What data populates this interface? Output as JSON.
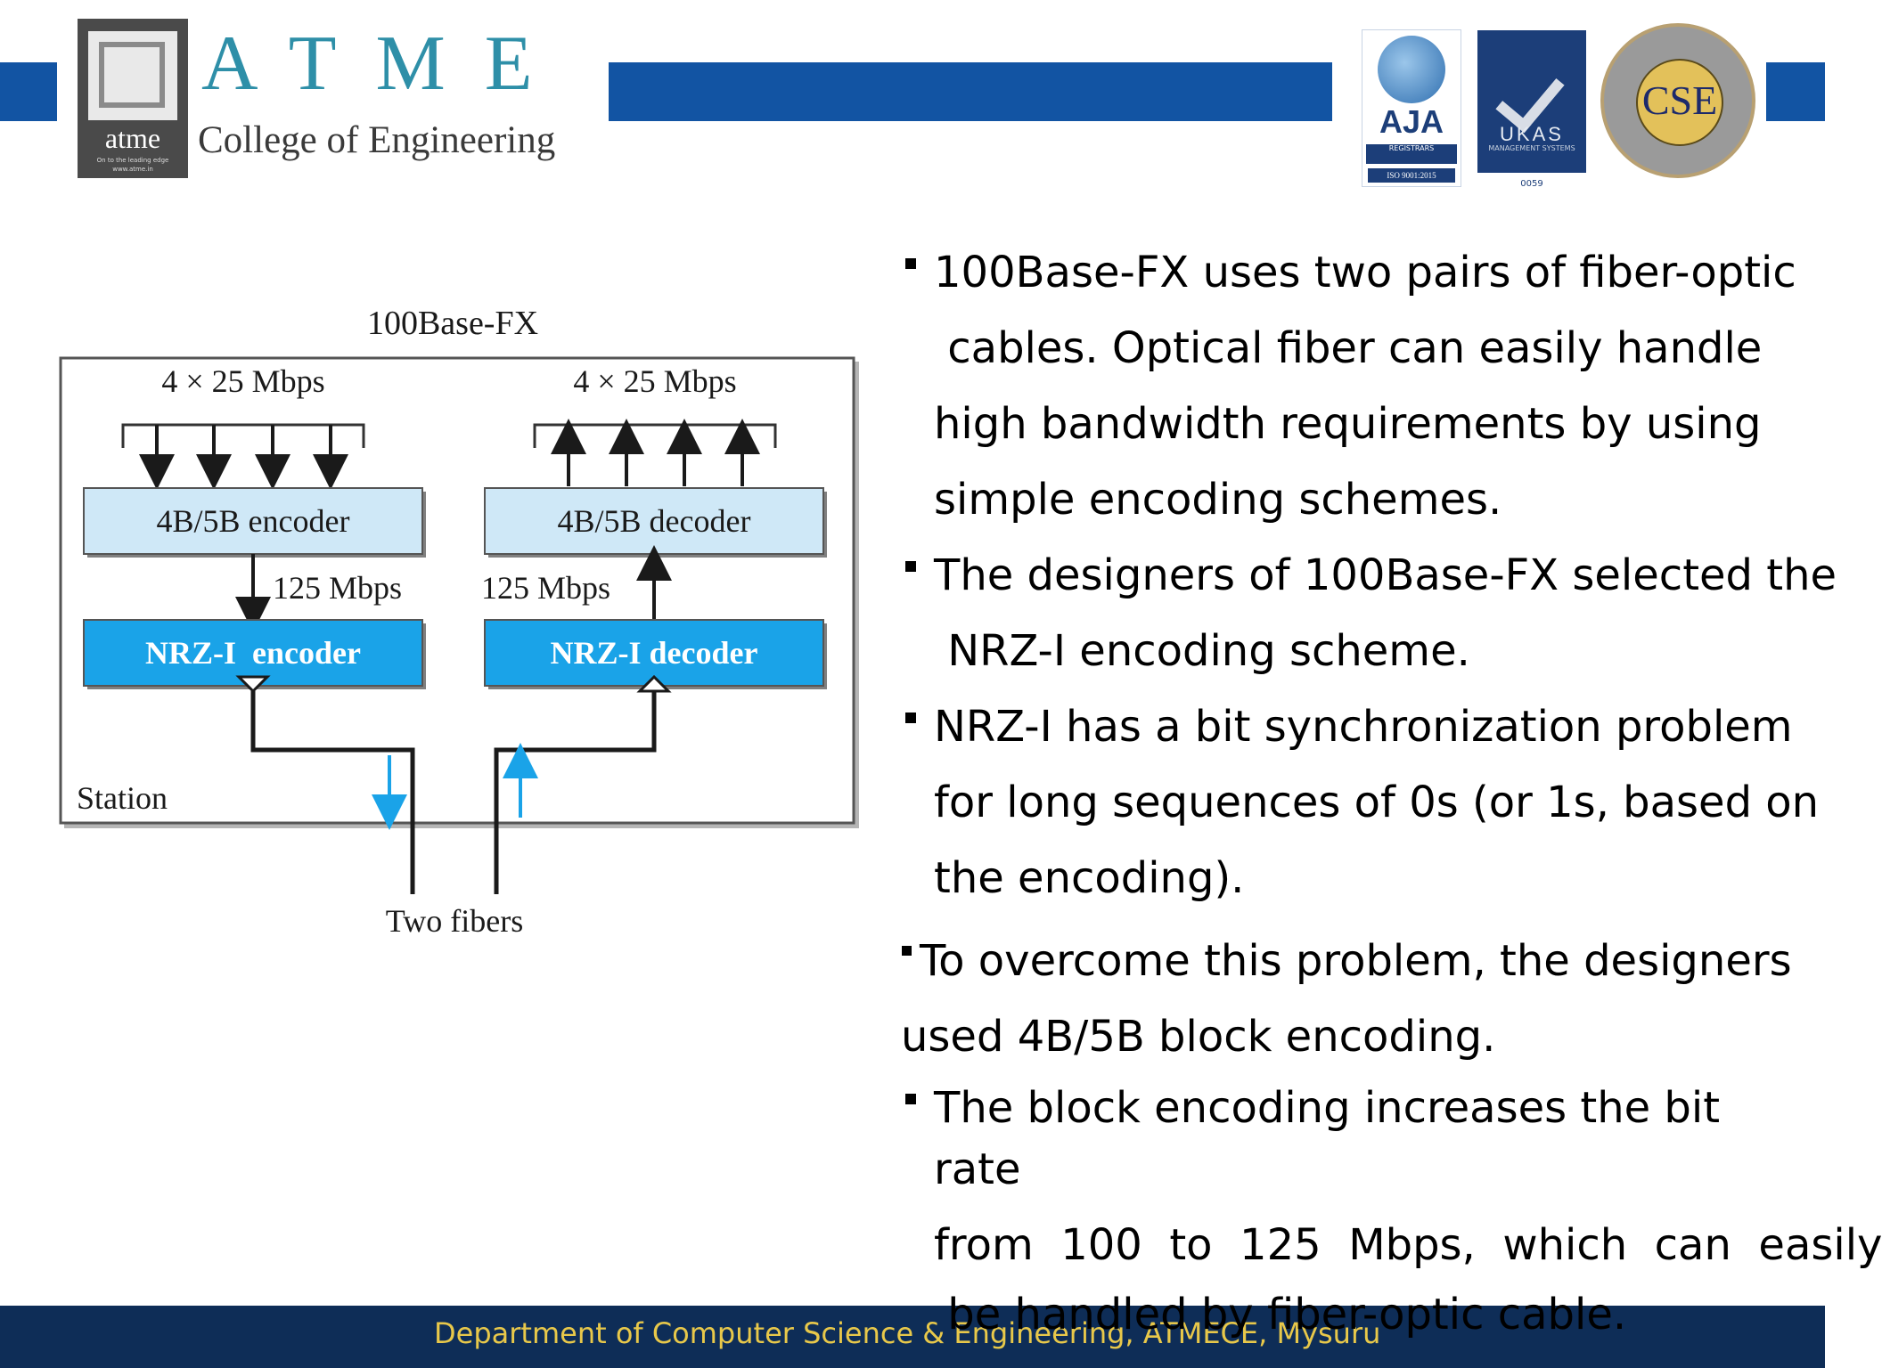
{
  "header": {
    "logo_name": "atme",
    "logo_tagline": "On to the leading edge\nwww.atme.in",
    "brand": "ATME",
    "college": "College of Engineering",
    "badges": {
      "aja": "AJA",
      "aja_band": "REGISTRARS",
      "aja_iso": "ISO 9001:2015",
      "ukas": "UKAS",
      "ukas_sub": "MANAGEMENT SYSTEMS",
      "ukas_no": "0059",
      "cse": "CSE"
    }
  },
  "diagram": {
    "title": "100Base-FX",
    "left_rate": "4 × 25 Mbps",
    "right_rate": "4 × 25 Mbps",
    "encoder": "4B/5B encoder",
    "decoder": "4B/5B decoder",
    "enc_rate": "125 Mbps",
    "dec_rate": "125 Mbps",
    "nrz_encoder": "NRZ-I  encoder",
    "nrz_decoder": "NRZ-I decoder",
    "station": "Station",
    "fibers": "Two fibers",
    "colors": {
      "box_light": "#cfe8f7",
      "box_dark": "#1aa3e8",
      "arrow_blue": "#1aa3e8"
    }
  },
  "bullets": {
    "b1": [
      "100Base-FX uses two pairs of fiber-optic",
      " cables. Optical fiber can easily handle",
      "high bandwidth requirements by using",
      "simple encoding schemes."
    ],
    "b2": [
      "The designers of 100Base-FX selected the",
      " NRZ-I encoding scheme."
    ],
    "b3": [
      "NRZ-I has a bit synchronization problem",
      "for long sequences of 0s (or 1s, based on",
      "the encoding)."
    ],
    "b4": [
      "To overcome this problem, the designers",
      "used 4B/5B block encoding."
    ],
    "b5": [
      "The block encoding increases the bit",
      "rate",
      "from  100  to  125  Mbps,  which  can  easily",
      " be handled by fiber-optic cable."
    ]
  },
  "footer": {
    "text": "Department of Computer Science & Engineering, ATMECE, Mysuru",
    "color": "#0e2d57"
  }
}
